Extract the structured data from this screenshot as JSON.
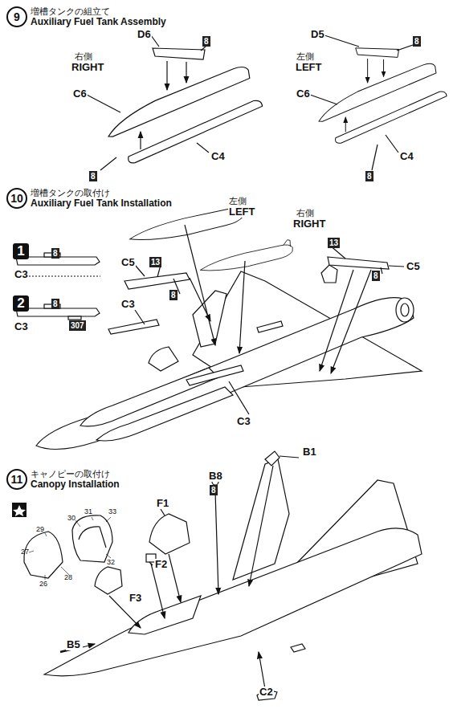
{
  "diagram": {
    "nodes": [
      {
        "text": [
          "9",
          "増槽タンクの組立て",
          "Auxiliary Fuel Tank Assembly"
        ]
      },
      {
        "text": [
          "8"
        ]
      },
      {
        "text": [
          "8"
        ]
      },
      {
        "text": [
          "8"
        ]
      },
      {
        "text": [
          "8"
        ]
      },
      {
        "text": [
          "10",
          "増槽タンクの取付け",
          "Auxiliary Fuel Tank Installation"
        ]
      },
      {
        "text": [
          "1"
        ]
      },
      {
        "text": [
          "8"
        ]
      },
      {
        "text": [
          "2"
        ]
      },
      {
        "text": [
          "8"
        ]
      },
      {
        "text": [
          "307"
        ]
      },
      {
        "text": [
          "13"
        ]
      },
      {
        "text": [
          "8"
        ]
      },
      {
        "text": [
          "13"
        ]
      },
      {
        "text": [
          "8"
        ]
      },
      {
        "text": [
          "11",
          "キャノピーの取付け",
          "Canopy Installation"
        ]
      },
      {
        "text": [
          "8"
        ]
      }
    ],
    "labels": [
      "D6",
      "右側",
      "RIGHT",
      "C6",
      "C4",
      "D5",
      "左側",
      "LEFT",
      "C6",
      "C4",
      "左側",
      "LEFT",
      "右側",
      "RIGHT",
      "C3",
      "C3",
      "C5",
      "C5",
      "C3",
      "C3",
      "B1",
      "B8",
      "F1",
      "F2",
      "F3",
      "B5",
      "C2",
      "29",
      "30",
      "31",
      "33",
      "27",
      "32",
      "28",
      "26"
    ]
  }
}
